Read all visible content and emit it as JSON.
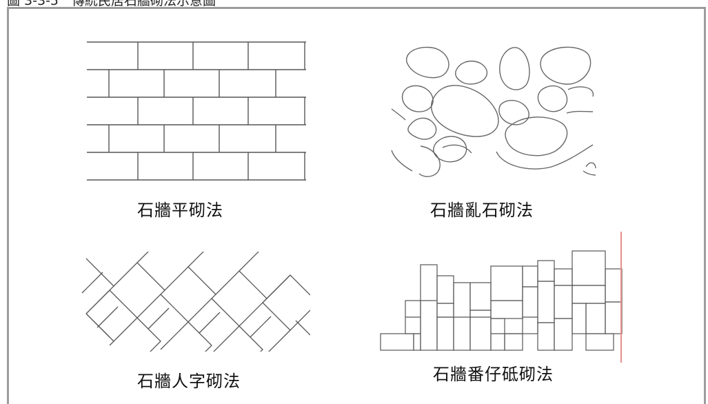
{
  "header": {
    "caption": "圖 3-3-5　傳統民居石牆砌法示意圖"
  },
  "diagrams": [
    {
      "label": "石牆平砌法"
    },
    {
      "label": "石牆亂石砌法"
    },
    {
      "label": "石牆人字砌法"
    },
    {
      "label": "石牆番仔砥砌法"
    }
  ],
  "colors": {
    "stroke": "#555555",
    "frame": "#9c9c9c",
    "accent_line": "#e98d8d"
  }
}
